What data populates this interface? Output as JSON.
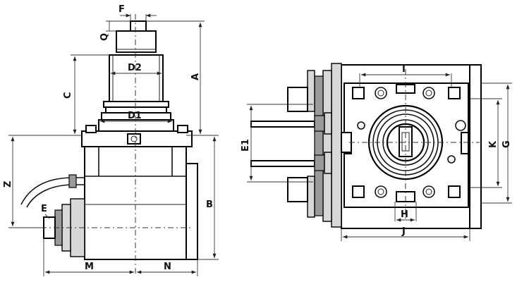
{
  "labels": {
    "F": "F",
    "Q": "Q",
    "D2": "D2",
    "C": "C",
    "A": "A",
    "D1": "D1",
    "Z": "Z",
    "B": "B",
    "E": "E",
    "M": "M",
    "N": "N",
    "I": "I",
    "E1": "E1",
    "K": "K",
    "G": "G",
    "H": "H",
    "J": "J"
  }
}
